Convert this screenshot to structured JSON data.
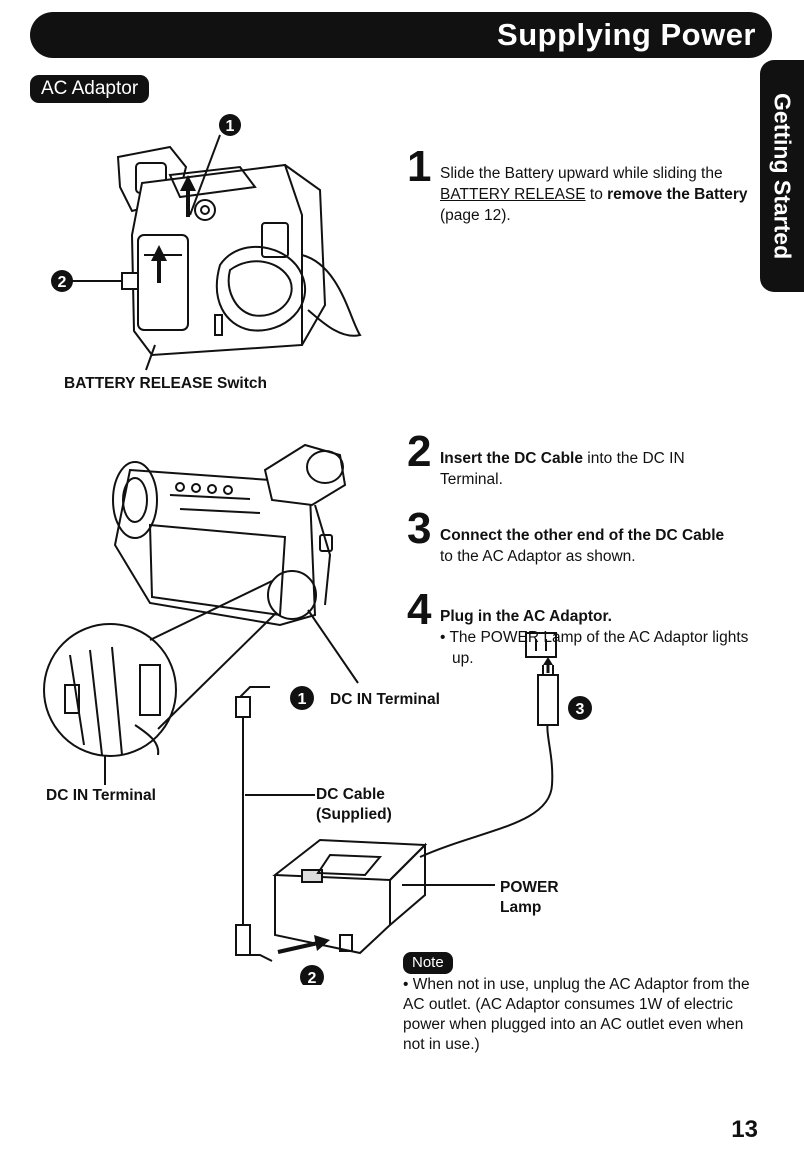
{
  "header": {
    "title": "Supplying Power"
  },
  "section": {
    "label": "AC Adaptor"
  },
  "side_tab": {
    "label": "Getting Started"
  },
  "figure1": {
    "marker1": "1",
    "marker2": "2",
    "battery_release_label": "BATTERY RELEASE Switch"
  },
  "steps": [
    {
      "number": "1",
      "text_a": "Slide the Battery upward while sliding the ",
      "text_b": "BATTERY RELEASE",
      "text_c": " to ",
      "text_d": "remove the Battery",
      "text_e": " (page 12)."
    },
    {
      "number": "2",
      "text_a": "Insert the DC Cable",
      "text_b": " into the DC IN Terminal."
    },
    {
      "number": "3",
      "text_a": "Connect the other end of the DC Cable",
      "text_b": " to the AC Adaptor as shown."
    },
    {
      "number": "4",
      "text_a": "Plug in the AC Adaptor.",
      "text_b": "• The POWER Lamp of the AC Adaptor lights up."
    }
  ],
  "figure2": {
    "dc_in_terminal_label": "DC IN Terminal",
    "dc_in_terminal_inset_label": "DC IN Terminal",
    "dc_cable_label_line1": "DC Cable",
    "dc_cable_label_line2": "(Supplied)",
    "power_lamp_line1": "POWER",
    "power_lamp_line2": "Lamp",
    "marker1": "1",
    "marker2": "2",
    "marker3": "3"
  },
  "note": {
    "badge": "Note",
    "text": "• When not in use, unplug the AC Adaptor from the AC outlet. (AC Adaptor consumes 1W of electric power when plugged into an AC outlet even when not in use.)"
  },
  "page_number": "13"
}
